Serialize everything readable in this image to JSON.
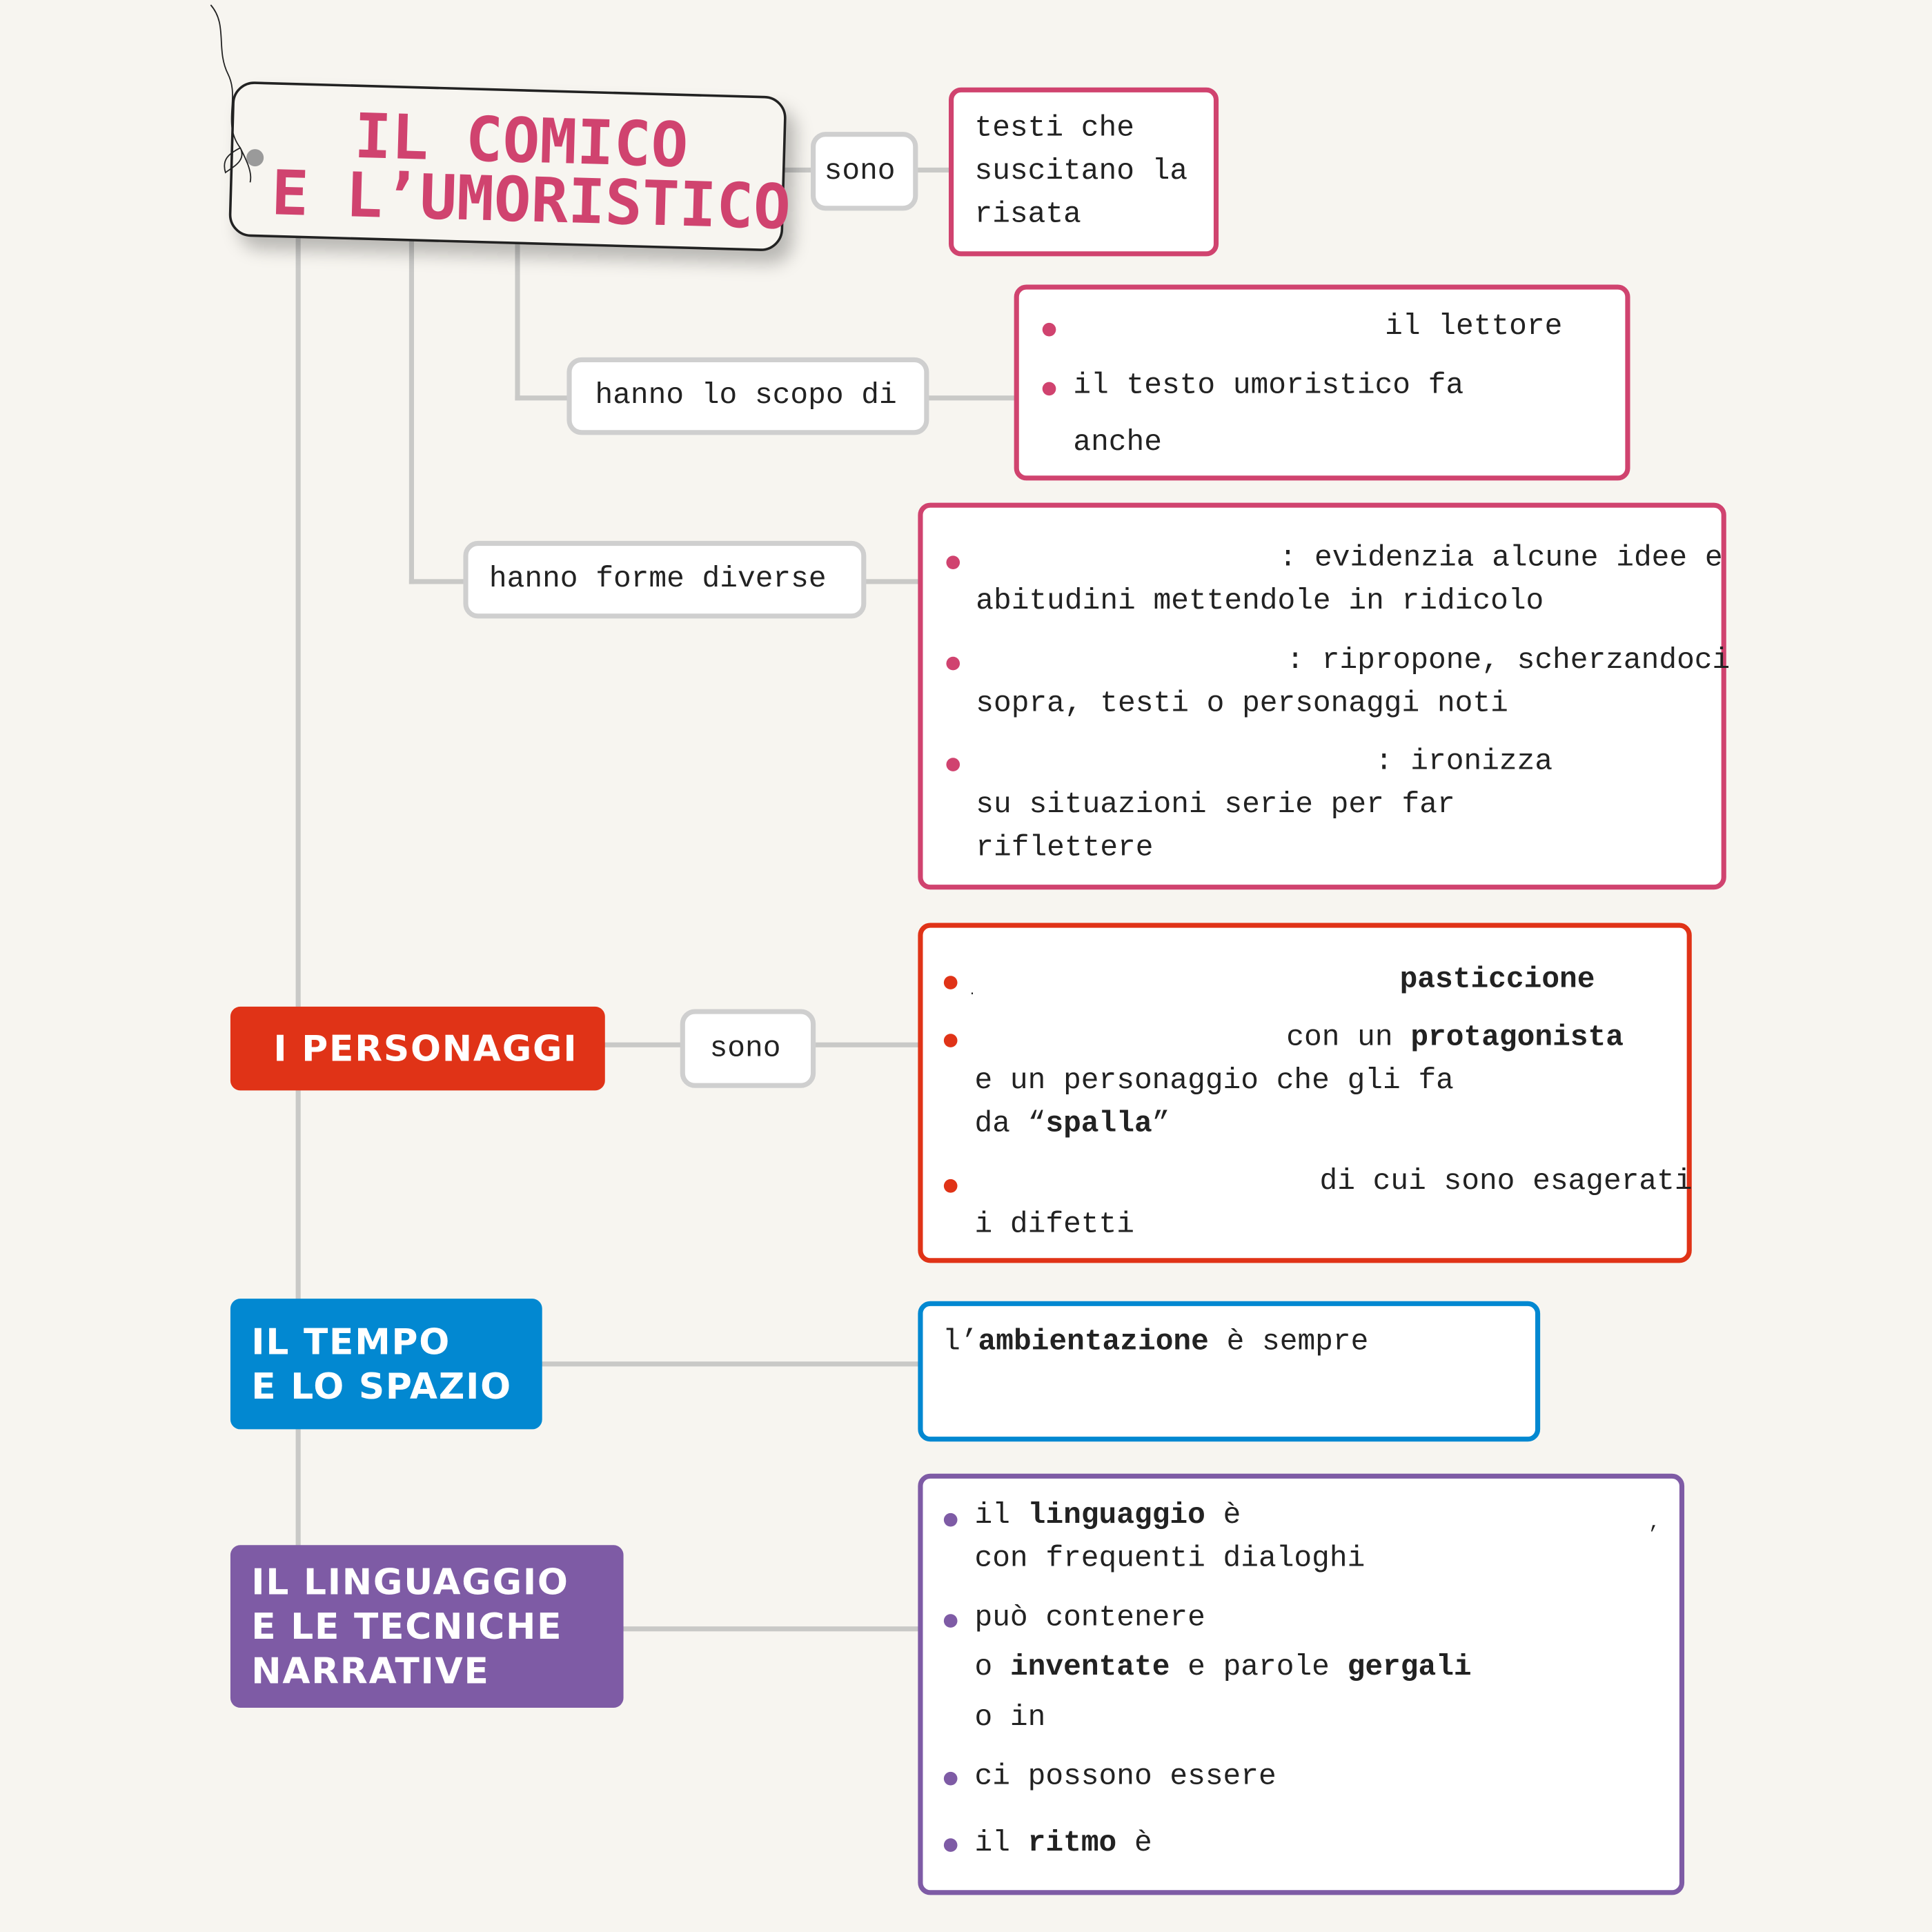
{
  "title": {
    "line1": "IL COMICO",
    "line2": "E L’UMORISTICO"
  },
  "colors": {
    "pink": "#d0436f",
    "red": "#e03317",
    "blue": "#0288d1",
    "purple": "#7e5ba5",
    "connector": "#c9c9c7"
  },
  "connectors": {
    "sono": "sono",
    "scopo": "hanno lo scopo di",
    "forme": "hanno forme diverse",
    "personaggi_sono": "sono"
  },
  "definition": {
    "l1": "testi che",
    "l2": "suscitano la",
    "l3": "risata"
  },
  "scopo": {
    "b1": "il lettore",
    "b2": "il testo umoristico fa",
    "b2b": "anche"
  },
  "forme": {
    "f1a": ": evidenzia alcune idee e",
    "f1b": "abitudini mettendole in ridicolo",
    "f2a": ": ripropone, scherzandoci",
    "f2b": "sopra, testi o personaggi noti",
    "f3a": ": ironizza",
    "f3b": "su situazioni serie per far",
    "f3c": "riflettere"
  },
  "personaggi": {
    "header": "I PERSONAGGI",
    "p1_dot": ".",
    "p1_bold": "pasticcione",
    "p2_a": "con un ",
    "p2_bold": "protagonista",
    "p2_b": "e un personaggio che gli fa",
    "p2_c": "da “",
    "p2_c_bold": "spalla",
    "p2_c_end": "”",
    "p3_a": "di cui sono esagerati",
    "p3_b": "i difetti"
  },
  "tempo": {
    "header_l1": "IL TEMPO",
    "header_l2": "E LO SPAZIO",
    "a": "l’",
    "bold": "ambientazione",
    "b": " è sempre"
  },
  "linguaggio": {
    "header_l1": "IL LINGUAGGIO",
    "header_l2": "E LE TECNICHE",
    "header_l3": "NARRATIVE",
    "l1a": "il ",
    "l1bold": "linguaggio",
    "l1b": " è",
    "l1comma": ",",
    "l2": "con frequenti dialoghi",
    "l3": "può contenere",
    "l4a": "o ",
    "l4bold1": "inventate",
    "l4b": " e parole ",
    "l4bold2": "gergali",
    "l5": "o in",
    "l6": "ci possono essere",
    "l7a": "il ",
    "l7bold": "ritmo",
    "l7b": " è"
  }
}
